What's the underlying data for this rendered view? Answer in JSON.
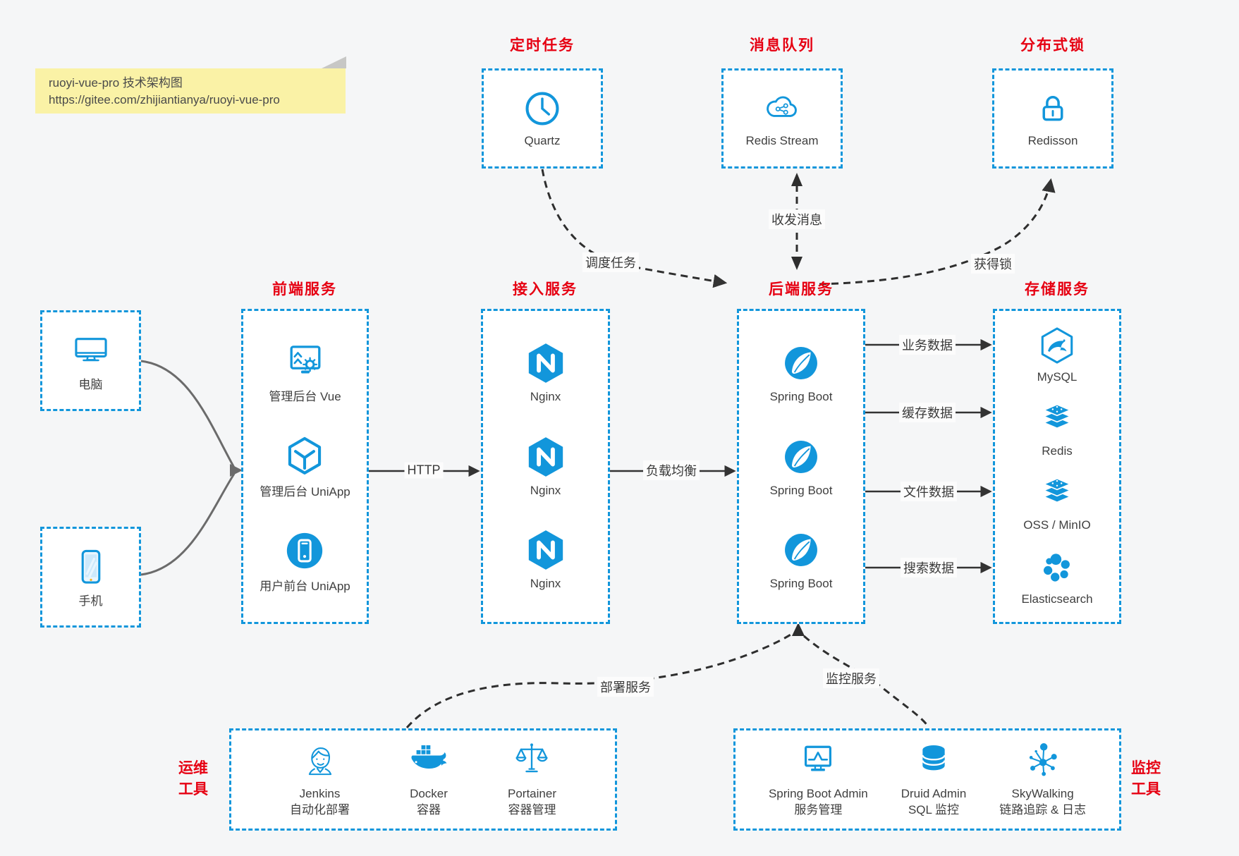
{
  "note": {
    "line1": "ruoyi-vue-pro 技术架构图",
    "line2": "https://gitee.com/zhijiantianya/ruoyi-vue-pro"
  },
  "colors": {
    "accent_blue": "#1296db",
    "title_red": "#e60012",
    "connector_dark": "#333333",
    "connector_gray": "#6b6b6b",
    "note_bg": "#faf2a6",
    "page_bg": "#f5f6f7"
  },
  "groups": {
    "scheduler": {
      "title": "定时任务",
      "items": [
        {
          "icon": "clock-icon",
          "label": "Quartz"
        }
      ]
    },
    "mq": {
      "title": "消息队列",
      "items": [
        {
          "icon": "cloud-message-icon",
          "label": "Redis Stream"
        }
      ]
    },
    "lock": {
      "title": "分布式锁",
      "items": [
        {
          "icon": "lock-icon",
          "label": "Redisson"
        }
      ]
    },
    "clients": {
      "items": [
        {
          "icon": "desktop-icon",
          "label": "电脑"
        },
        {
          "icon": "phone-icon",
          "label": "手机"
        }
      ]
    },
    "frontend": {
      "title": "前端服务",
      "items": [
        {
          "icon": "admin-vue-icon",
          "label": "管理后台 Vue"
        },
        {
          "icon": "uniapp-cube-icon",
          "label": "管理后台 UniApp"
        },
        {
          "icon": "user-app-icon",
          "label": "用户前台 UniApp"
        }
      ]
    },
    "gateway": {
      "title": "接入服务",
      "items": [
        {
          "icon": "nginx-icon",
          "label": "Nginx"
        },
        {
          "icon": "nginx-icon",
          "label": "Nginx"
        },
        {
          "icon": "nginx-icon",
          "label": "Nginx"
        }
      ]
    },
    "backend": {
      "title": "后端服务",
      "items": [
        {
          "icon": "spring-icon",
          "label": "Spring Boot"
        },
        {
          "icon": "spring-icon",
          "label": "Spring Boot"
        },
        {
          "icon": "spring-icon",
          "label": "Spring Boot"
        }
      ]
    },
    "storage": {
      "title": "存储服务",
      "items": [
        {
          "icon": "mysql-icon",
          "label": "MySQL"
        },
        {
          "icon": "layer-stack-icon",
          "label": "Redis"
        },
        {
          "icon": "layer-stack-icon",
          "label": "OSS / MinIO"
        },
        {
          "icon": "elasticsearch-icon",
          "label": "Elasticsearch"
        }
      ]
    },
    "devops": {
      "title": "运维工具",
      "items": [
        {
          "icon": "jenkins-icon",
          "name": "Jenkins",
          "desc": "自动化部署"
        },
        {
          "icon": "docker-icon",
          "name": "Docker",
          "desc": "容器"
        },
        {
          "icon": "portainer-icon",
          "name": "Portainer",
          "desc": "容器管理"
        }
      ]
    },
    "monitoring": {
      "title": "监控工具",
      "items": [
        {
          "icon": "monitor-chart-icon",
          "name": "Spring Boot Admin",
          "desc": "服务管理"
        },
        {
          "icon": "database-icon",
          "name": "Druid Admin",
          "desc": "SQL 监控"
        },
        {
          "icon": "skywalking-icon",
          "name": "SkyWalking",
          "desc": "链路追踪 & 日志"
        }
      ]
    }
  },
  "edges": {
    "schedule": "调度任务",
    "message": "收发消息",
    "acquire_lock": "获得锁",
    "http": "HTTP",
    "load_balance": "负载均衡",
    "business_data": "业务数据",
    "cache_data": "缓存数据",
    "file_data": "文件数据",
    "search_data": "搜索数据",
    "deploy": "部署服务",
    "monitor": "监控服务"
  }
}
